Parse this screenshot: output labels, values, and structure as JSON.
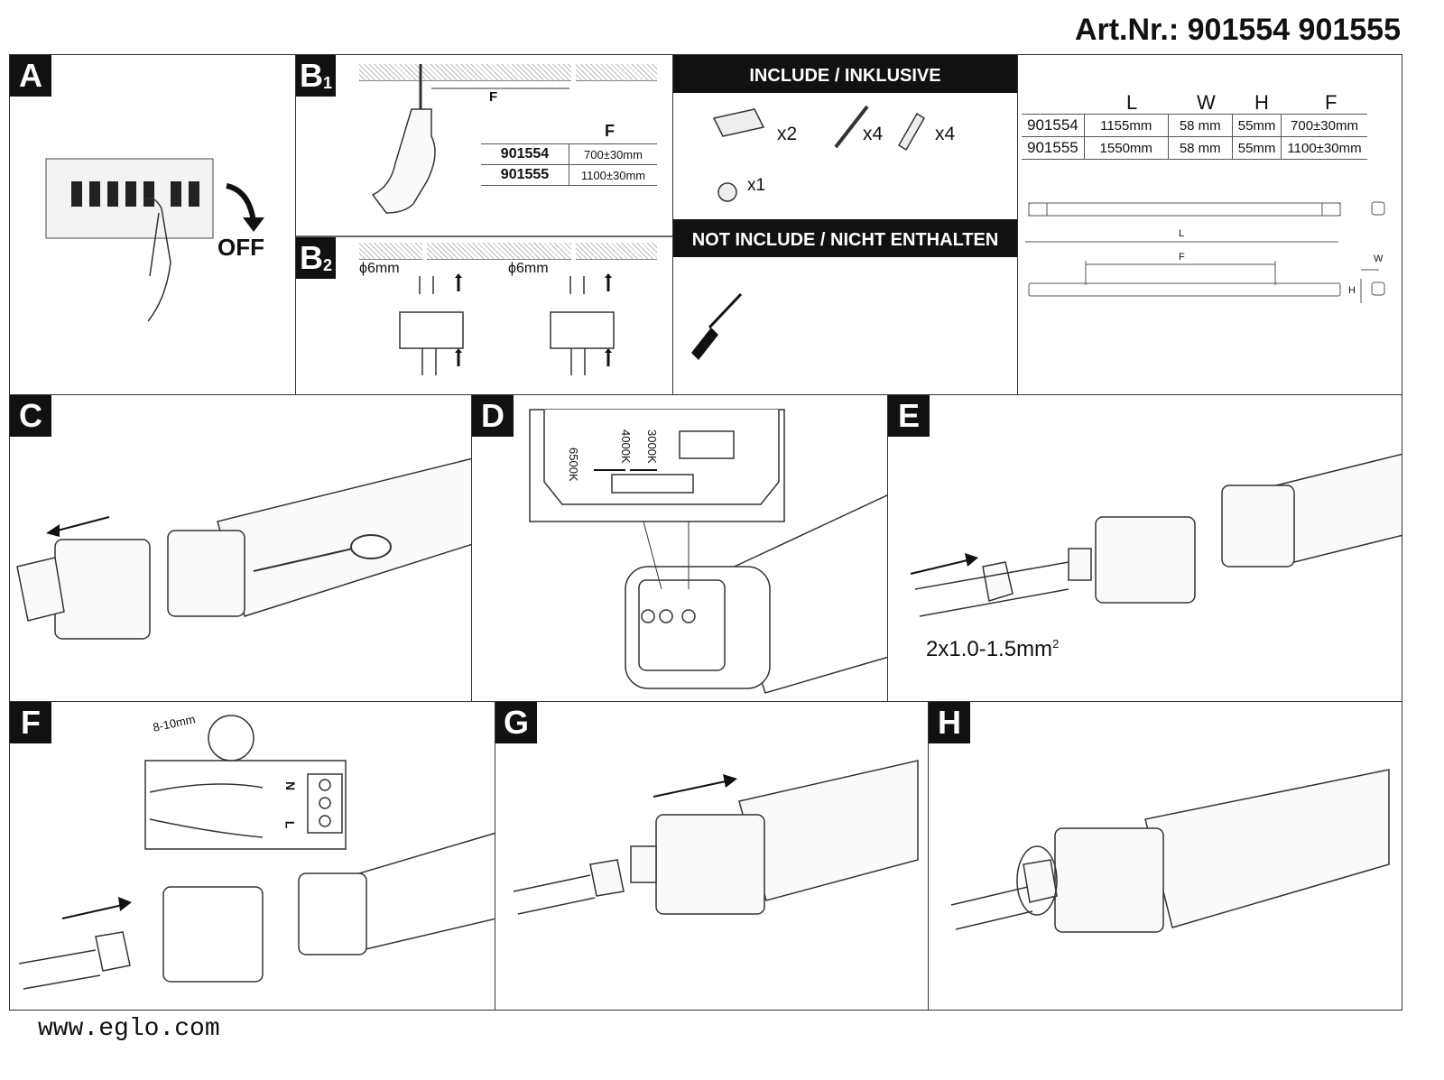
{
  "header": {
    "art_nr": "Art.Nr.: 901554 901555"
  },
  "steps": {
    "a": "A",
    "b1": "B",
    "b1_sub": "1",
    "b2": "B",
    "b2_sub": "2",
    "c": "C",
    "d": "D",
    "e": "E",
    "f": "F",
    "g": "G",
    "h": "H"
  },
  "step_a": {
    "off_label": "OFF"
  },
  "step_b1": {
    "distance_label": "F",
    "table_header": "F",
    "rows": [
      {
        "model": "901554",
        "f": "700±30mm"
      },
      {
        "model": "901555",
        "f": "1100±30mm"
      }
    ]
  },
  "step_b2": {
    "hole_left": "ϕ6mm",
    "hole_right": "ϕ6mm"
  },
  "include": {
    "title": "INCLUDE / INKLUSIVE",
    "bracket_qty": "x2",
    "screw_qty": "x4",
    "plug_qty": "x4",
    "cap_qty": "x1"
  },
  "not_include": {
    "title": "NOT INCLUDE / NICHT ENTHALTEN"
  },
  "dimensions": {
    "headers": [
      "L",
      "W",
      "H",
      "F"
    ],
    "rows": [
      {
        "model": "901554",
        "l": "1155mm",
        "w": "58 mm",
        "h": "55mm",
        "f": "700±30mm"
      },
      {
        "model": "901555",
        "l": "1550mm",
        "w": "58 mm",
        "h": "55mm",
        "f": "1100±30mm"
      }
    ],
    "drawing_l": "L",
    "drawing_f": "F",
    "drawing_w": "W",
    "drawing_h": "H"
  },
  "step_d": {
    "cct": [
      "6500K",
      "4000K",
      "3000K"
    ]
  },
  "step_e": {
    "cable_spec": "2x1.0-1.5mm",
    "cable_sup": "2"
  },
  "step_f": {
    "strip_length": "8-10mm",
    "n_label": "N",
    "l_label": "L"
  },
  "footer": {
    "website": "www.eglo.com"
  }
}
